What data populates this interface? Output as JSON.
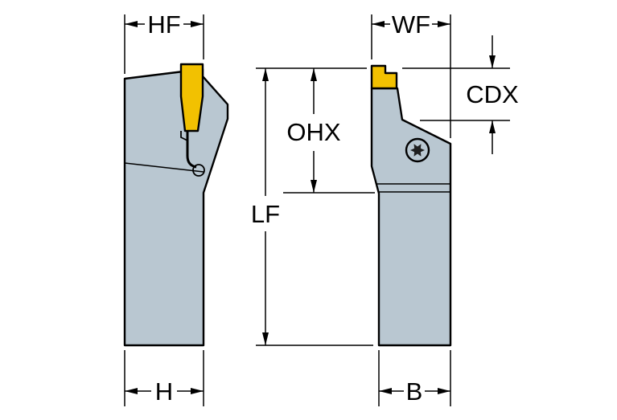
{
  "diagram": {
    "colors": {
      "body": "#b9c7d1",
      "insert": "#f2c101",
      "line": "#000000",
      "screw_star": "#1f1f1f",
      "background": "#ffffff"
    },
    "labels": {
      "hf": "HF",
      "wf": "WF",
      "cdx": "CDX",
      "ohx": "OHX",
      "lf": "LF",
      "h": "H",
      "b": "B"
    }
  }
}
